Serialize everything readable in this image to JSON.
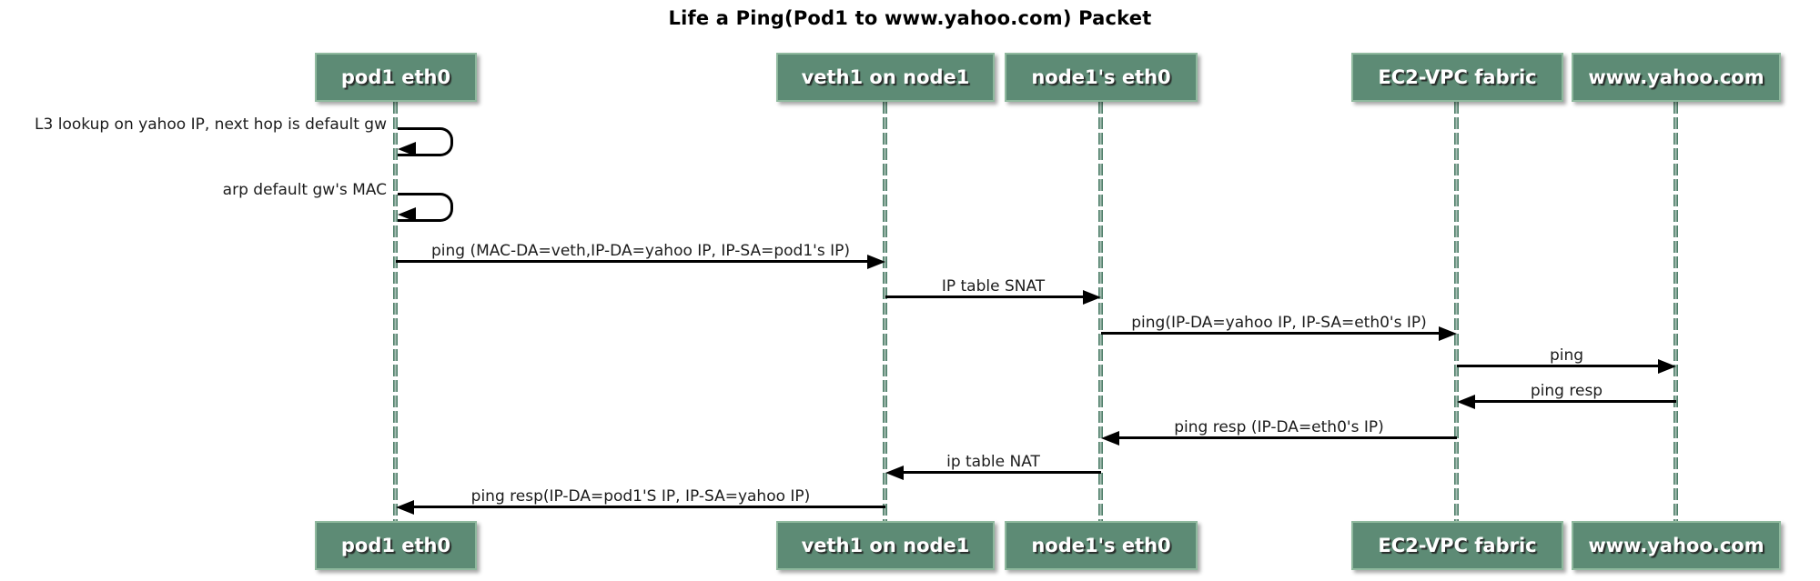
{
  "title": "Life a Ping(Pod1 to www.yahoo.com) Packet",
  "colors": {
    "participant_fill": "#5D8B75",
    "participant_border": "#8FB99E",
    "participant_text": "#FFFFFF",
    "lifeline_green": "#4E7E69",
    "arrow_black": "#000000",
    "label_text": "#1B1B1B",
    "background": "#FFFFFF"
  },
  "participants": [
    {
      "label": "pod1 eth0"
    },
    {
      "label": "veth1 on node1"
    },
    {
      "label": "node1's eth0"
    },
    {
      "label": "EC2-VPC fabric"
    },
    {
      "label": "www.yahoo.com"
    }
  ],
  "self_messages": [
    {
      "label": "L3 lookup on yahoo IP, next hop is default gw",
      "participant": "pod1 eth0"
    },
    {
      "label": "arp default gw's MAC",
      "participant": "pod1 eth0"
    }
  ],
  "messages": [
    {
      "label": "ping (MAC-DA=veth,IP-DA=yahoo IP, IP-SA=pod1's IP)",
      "from": "pod1 eth0",
      "to": "veth1 on node1",
      "direction": "right"
    },
    {
      "label": "IP table SNAT",
      "from": "veth1 on node1",
      "to": "node1's eth0",
      "direction": "right"
    },
    {
      "label": "ping(IP-DA=yahoo IP, IP-SA=eth0's IP)",
      "from": "node1's eth0",
      "to": "EC2-VPC fabric",
      "direction": "right"
    },
    {
      "label": "ping",
      "from": "EC2-VPC fabric",
      "to": "www.yahoo.com",
      "direction": "right"
    },
    {
      "label": "ping resp",
      "from": "www.yahoo.com",
      "to": "EC2-VPC fabric",
      "direction": "left"
    },
    {
      "label": "ping resp (IP-DA=eth0's IP)",
      "from": "EC2-VPC fabric",
      "to": "node1's eth0",
      "direction": "left"
    },
    {
      "label": "ip table NAT",
      "from": "node1's eth0",
      "to": "veth1 on node1",
      "direction": "left"
    },
    {
      "label": "ping resp(IP-DA=pod1'S IP, IP-SA=yahoo IP)",
      "from": "veth1 on node1",
      "to": "pod1 eth0",
      "direction": "left"
    }
  ]
}
